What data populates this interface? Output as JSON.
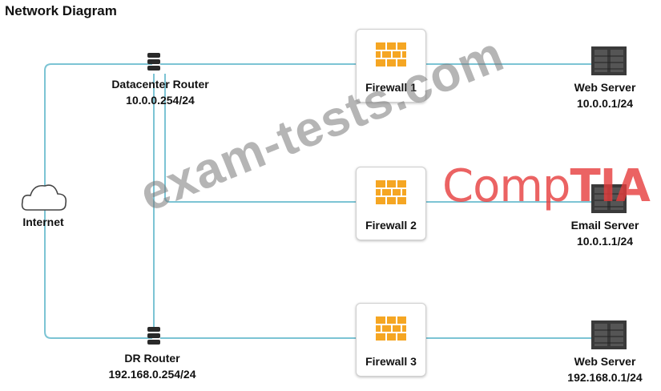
{
  "diagram": {
    "title": "Network Diagram",
    "internet": {
      "label": "Internet"
    },
    "datacenter_router": {
      "name": "Datacenter Router",
      "ip": "10.0.0.254/24"
    },
    "dr_router": {
      "name": "DR Router",
      "ip": "192.168.0.254/24"
    },
    "firewalls": [
      {
        "label": "Firewall 1"
      },
      {
        "label": "Firewall 2"
      },
      {
        "label": "Firewall 3"
      }
    ],
    "servers": [
      {
        "name": "Web Server",
        "ip": "10.0.0.1/24"
      },
      {
        "name": "Email Server",
        "ip": "10.0.1.1/24"
      },
      {
        "name": "Web Server",
        "ip": "192.168.0.1/24"
      }
    ],
    "colors": {
      "link": "#7cc4d4",
      "firewall": "#f5a623",
      "router": "#2a2a2a",
      "server": "#333333",
      "brand": "#e63c3c"
    }
  },
  "watermark": {
    "text": "exam-tests.com"
  },
  "brand_logo": {
    "text_a": "Comp",
    "text_b": "TIA"
  }
}
